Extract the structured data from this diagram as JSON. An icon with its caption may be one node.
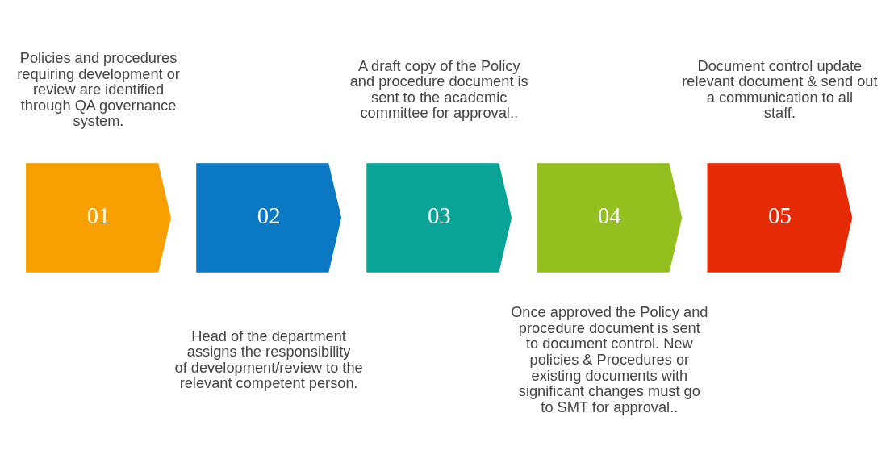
{
  "diagram": {
    "nodes": [
      {
        "text": [
          "01"
        ],
        "beside": [
          "Policies and procedures requiring development or review are identified through QA governance system."
        ]
      },
      {
        "text": [
          "02"
        ],
        "beside": [
          "Head of the department assigns the responsibility of development/review to the relevant competent person."
        ]
      },
      {
        "text": [
          "03"
        ],
        "beside": [
          "A draft copy of the Policy and procedure document is sent to the academic committee for approval.."
        ]
      },
      {
        "text": [
          "04"
        ],
        "beside": [
          "Once approved the Policy and procedure document is sent to document control. New policies & Procedures or existing documents with significant changes must go to SMT for approval.."
        ]
      },
      {
        "text": [
          "05"
        ],
        "beside": [
          "Document control update relevant document & send out a communication to all staff."
        ]
      }
    ],
    "edges": []
  }
}
